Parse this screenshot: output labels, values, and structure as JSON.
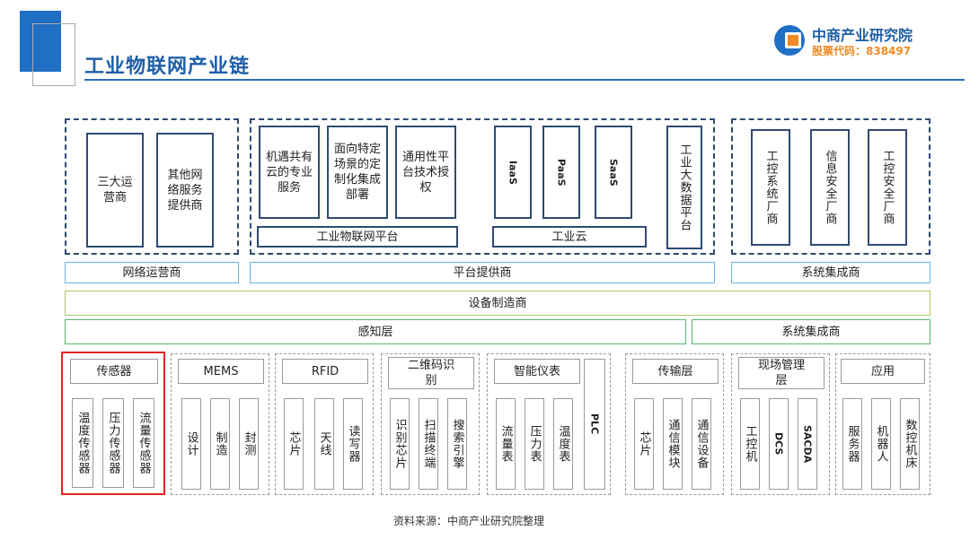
{
  "header": {
    "title": "工业物联网产业链",
    "logo_name": "中商产业研究院",
    "logo_code": "股票代码：838497"
  },
  "top": {
    "network": {
      "items": [
        "三大运营商",
        "其他网络服务提供商"
      ],
      "label": "网络运营商"
    },
    "platform": {
      "iot_items": [
        "机遇共有云的专业服务",
        "面向特定场景的定制化集成部署",
        "通用性平台技术授权"
      ],
      "iot_label": "工业物联网平台",
      "cloud_items": [
        "IaaS",
        "PaaS",
        "SaaS"
      ],
      "cloud_label": "工业云",
      "bigdata": "工业大数据平台",
      "label": "平台提供商"
    },
    "integrator": {
      "items": [
        "工控系统厂商",
        "信息安全厂商",
        "工控安全厂商"
      ],
      "label": "系统集成商"
    }
  },
  "bands": {
    "equipment": "设备制造商",
    "perception": "感知层",
    "integration": "系统集成商"
  },
  "bottom": {
    "sensor": {
      "header": "传感器",
      "items": [
        "温度传感器",
        "压力传感器",
        "流量传感器"
      ]
    },
    "mems": {
      "header": "MEMS",
      "items": [
        "设计",
        "制造",
        "封测"
      ]
    },
    "rfid": {
      "header": "RFID",
      "items": [
        "芯片",
        "天线",
        "读写器"
      ]
    },
    "qrcode": {
      "header": "二维码识别",
      "items": [
        "识别芯片",
        "扫描终端",
        "搜索引擎"
      ]
    },
    "meter": {
      "header": "智能仪表",
      "items": [
        "流量表",
        "压力表",
        "温度表"
      ],
      "plc": "PLC"
    },
    "transport": {
      "header": "传输层",
      "items": [
        "芯片",
        "通信模块",
        "通信设备"
      ]
    },
    "field": {
      "header": "现场管理层",
      "items": [
        "工控机",
        "DCS",
        "SACDA"
      ]
    },
    "app": {
      "header": "应用",
      "items": [
        "服务器",
        "机器人",
        "数控机床"
      ]
    }
  },
  "source": "资料来源：中商产业研究院整理",
  "colors": {
    "navy": "#2f4a72",
    "title_blue": "#1f5fa8",
    "highlight_red": "#e02424",
    "band_blue": "#6cb3df",
    "band_olive": "#b5c56a",
    "band_green": "#55b86a",
    "logo_orange": "#f08a24"
  }
}
